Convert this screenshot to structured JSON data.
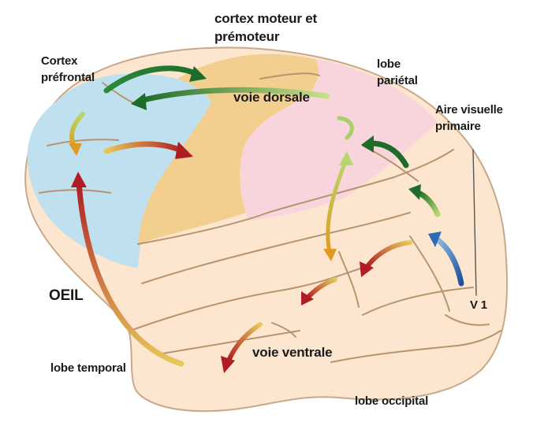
{
  "labels": {
    "moteur_l1": "cortex moteur et",
    "moteur_l2": "prémoteur",
    "prefrontal_l1": "Cortex",
    "prefrontal_l2": "préfrontal",
    "parietal_l1": "lobe",
    "parietal_l2": "pariétal",
    "dorsale": "voie dorsale",
    "visuelle_l1": "Aire visuelle",
    "visuelle_l2": "primaire",
    "oeil": "OEIL",
    "v1": "V 1",
    "temporal": "lobe temporal",
    "ventrale": "voie ventrale",
    "occipital": "lobe occipital"
  },
  "colors": {
    "brain_base": "#fde6cf",
    "brain_outline": "#c9a88a",
    "prefrontal_region": "#bfe0ee",
    "motor_region": "#f2cf8e",
    "parietal_region": "#f8d5dc",
    "sulcus": "#b7946f",
    "arrow_dark_green": "#1e6b2a",
    "arrow_light_green": "#b6d86a",
    "arrow_yellow": "#e9c640",
    "arrow_orange": "#e07a1f",
    "arrow_red": "#b01c24",
    "arrow_blue": "#2d6db5"
  }
}
